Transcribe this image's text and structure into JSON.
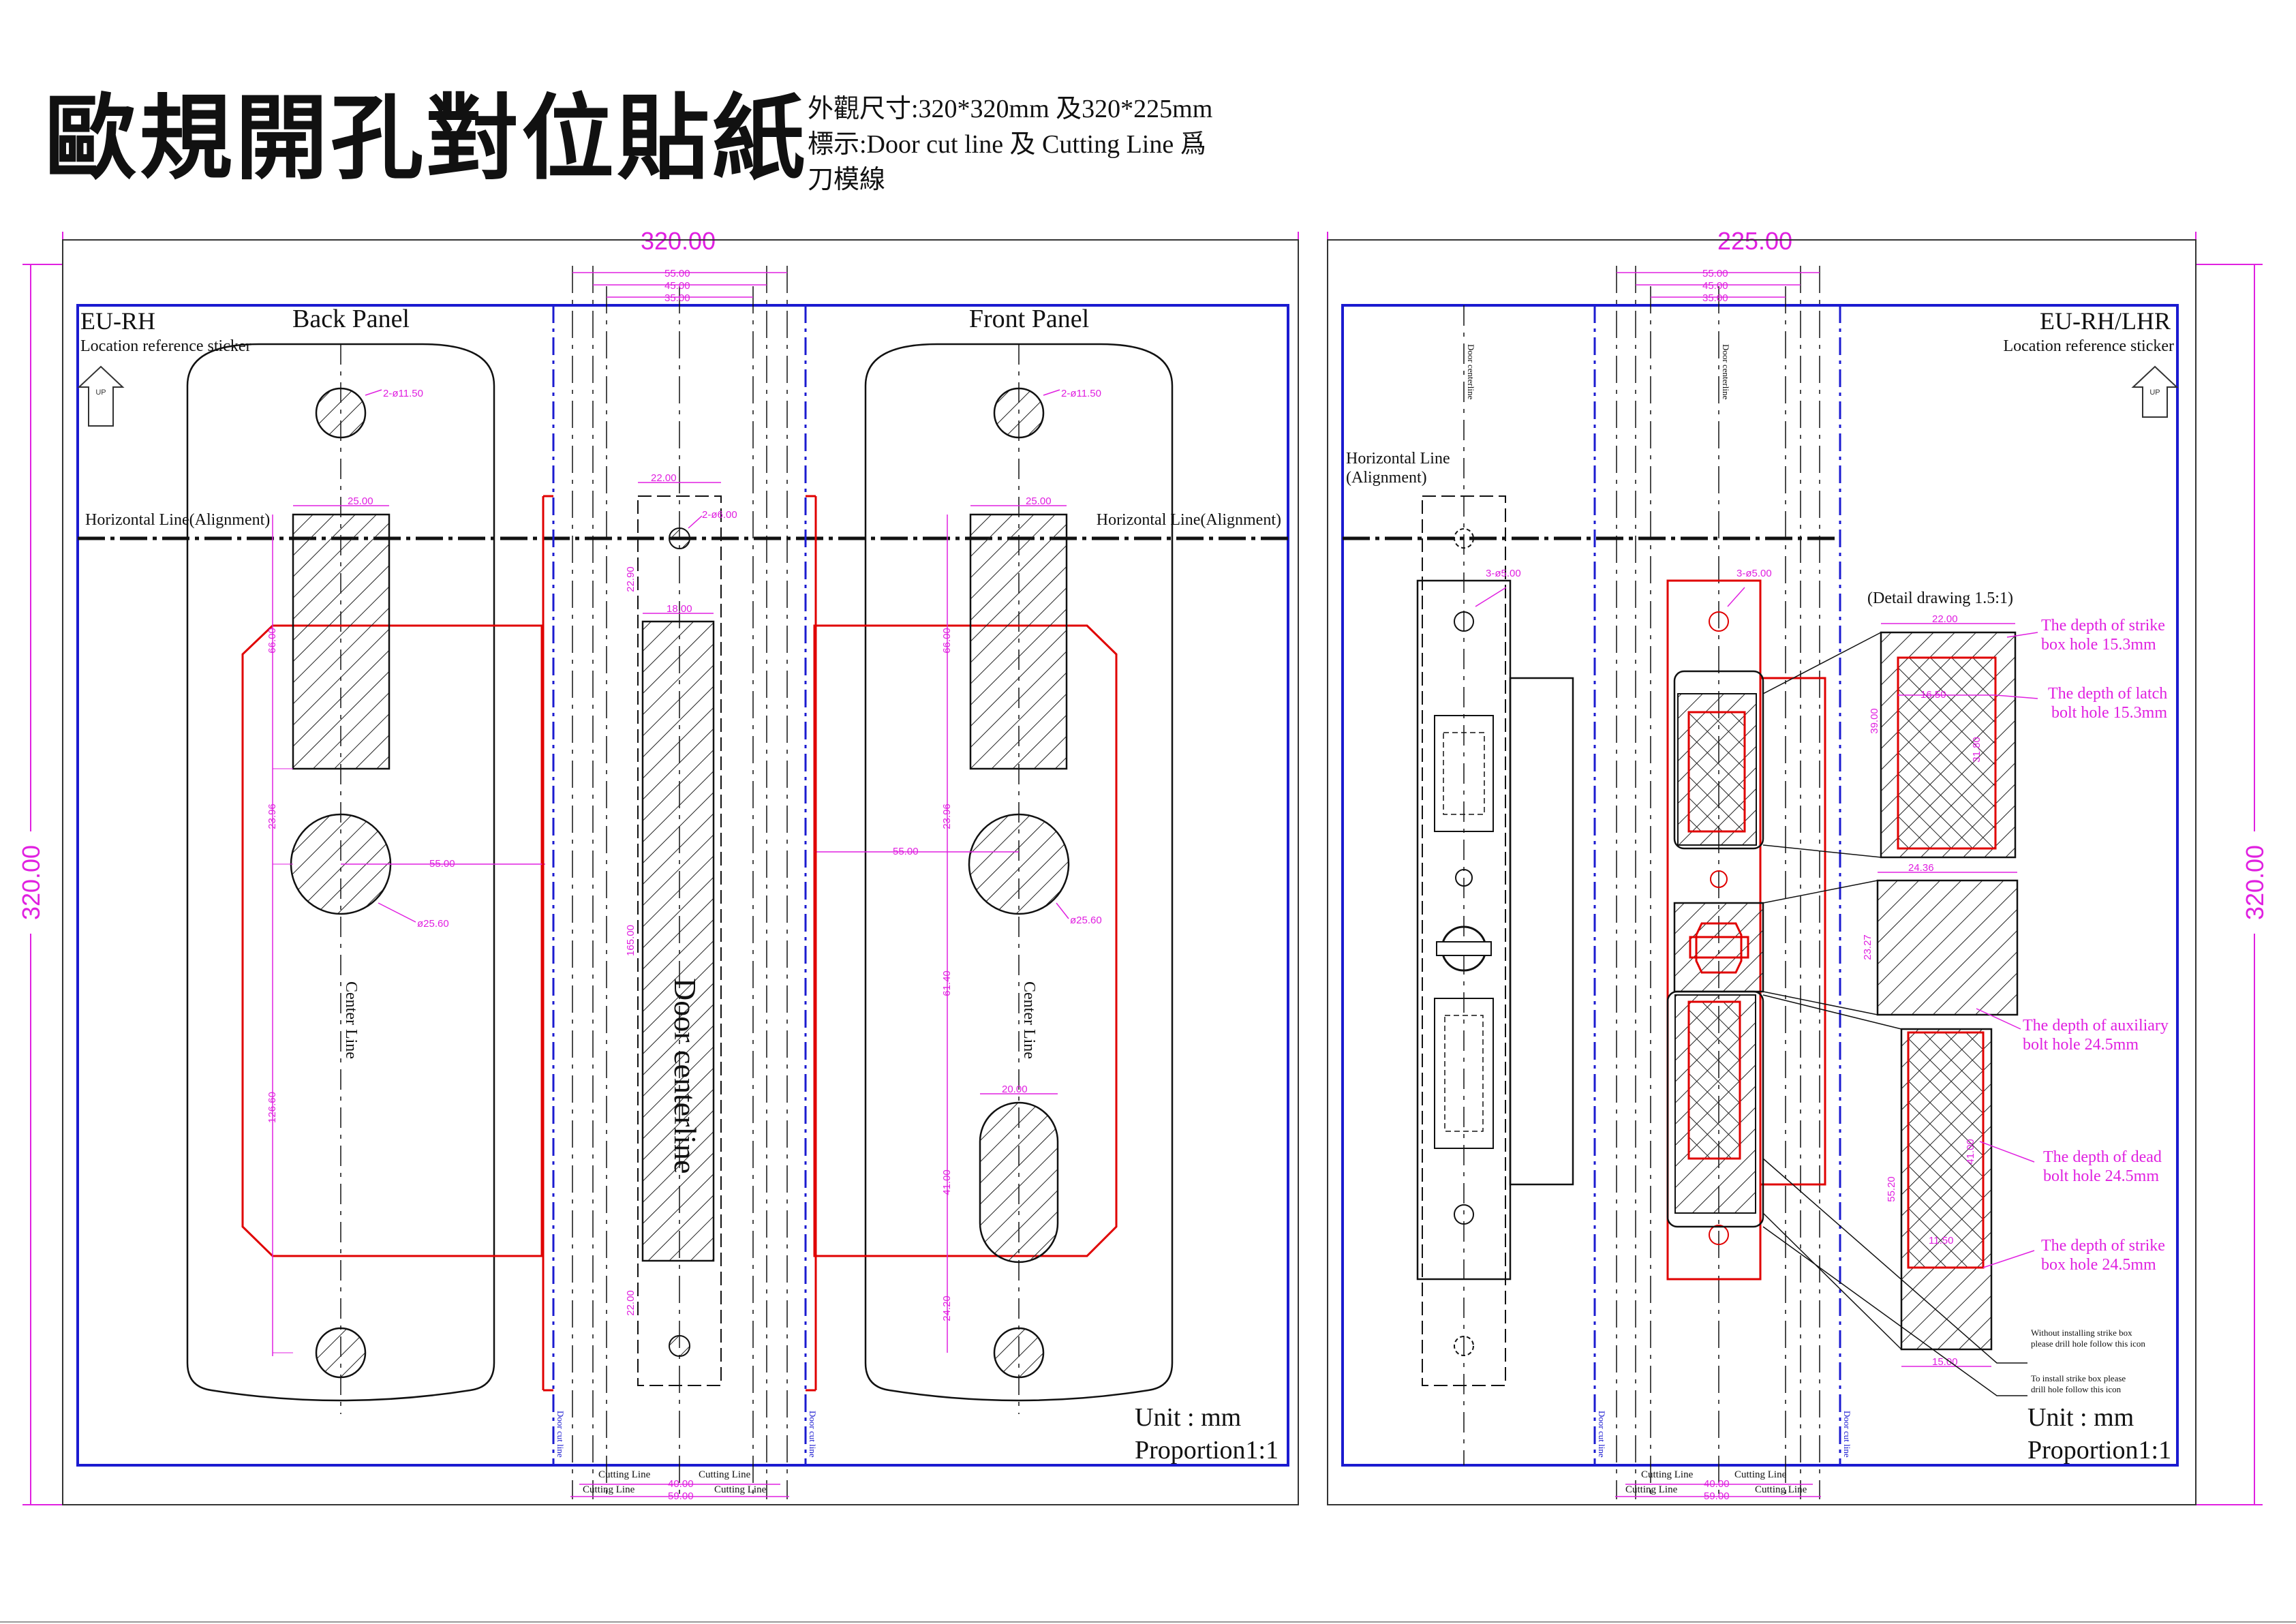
{
  "header": {
    "title": "歐規開孔對位貼紙",
    "spec_line1": "外觀尺寸:320*320mm 及320*225mm",
    "spec_line2": "標示:Door cut line 及 Cutting Line 爲",
    "spec_line3": "刀模線"
  },
  "colors": {
    "outline": "#111111",
    "dimension": "#e020e0",
    "door_cut_line": "#1b1bd0",
    "cutout": "#e00000"
  },
  "left_sheet": {
    "width_dim": "320.00",
    "height_dim": "320.00",
    "code": "EU-RH",
    "location_text": "Location reference sticker",
    "up_label": "UP",
    "back_panel": "Back Panel",
    "front_panel": "Front Panel",
    "horizontal_line_left": "Horizontal Line(Alignment)",
    "horizontal_line_right": "Horizontal Line(Alignment)",
    "center_line": "Center Line",
    "door_centerline": "Door centerline",
    "door_cut_line": "Door cut line",
    "unit": "Unit : mm",
    "proportion": "Proportion1:1",
    "cutting_line": "Cutting Line",
    "dims": {
      "hole_small": "2-ø11.50",
      "d25": "25.00",
      "d66": "66.00",
      "d23_96": "23.96",
      "d55": "55.00",
      "d25_60": "ø25.60",
      "d126_60": "126.60",
      "d61_40": "61.40",
      "d41": "41.00",
      "d24_20": "24.20",
      "d20": "20.00",
      "edge55": "55.00",
      "edge45": "45.00",
      "edge35": "35.00",
      "d22": "22.00",
      "d18": "18.00",
      "d2_6": "2-ø6.00",
      "d22_90": "22.90",
      "d165": "165.00",
      "d40": "40.00",
      "d59": "59.00"
    }
  },
  "right_sheet": {
    "width_dim": "225.00",
    "height_dim": "320.00",
    "code": "EU-RH/LHR",
    "location_text": "Location reference sticker",
    "up_label": "UP",
    "horizontal_line": "Horizontal Line",
    "alignment": "(Alignment)",
    "detail": "(Detail drawing 1.5:1)",
    "door_centerline": "Door centerline",
    "door_cut_line": "Door cut line",
    "hole3": "3-ø5.00",
    "unit": "Unit : mm",
    "proportion": "Proportion1:1",
    "cutting_line": "Cutting Line",
    "notes": [
      "The depth of strike",
      "box hole   15.3mm",
      "The depth of latch",
      "bolt hole  15.3mm",
      "The depth of auxiliary",
      "bolt hole       24.5mm",
      "The depth of dead",
      "bolt hole  24.5mm",
      "The depth of strike",
      "box hole   24.5mm"
    ],
    "fine_notes": [
      "Without installing strike box",
      "please drill hole follow this icon",
      "To install strike box please",
      "drill hole follow this icon"
    ],
    "dims": {
      "d22": "22.00",
      "d16_50": "16.50",
      "d39": "39.00",
      "d31_80": "31.80",
      "d24_36": "24.36",
      "d23_27": "23.27",
      "d55_20": "55.20",
      "d41": "41.00",
      "d11_50": "11.50",
      "d15": "15.00",
      "edge55": "55.00",
      "edge45": "45.00",
      "edge35": "35.00",
      "d40": "40.00",
      "d59": "59.00"
    }
  }
}
